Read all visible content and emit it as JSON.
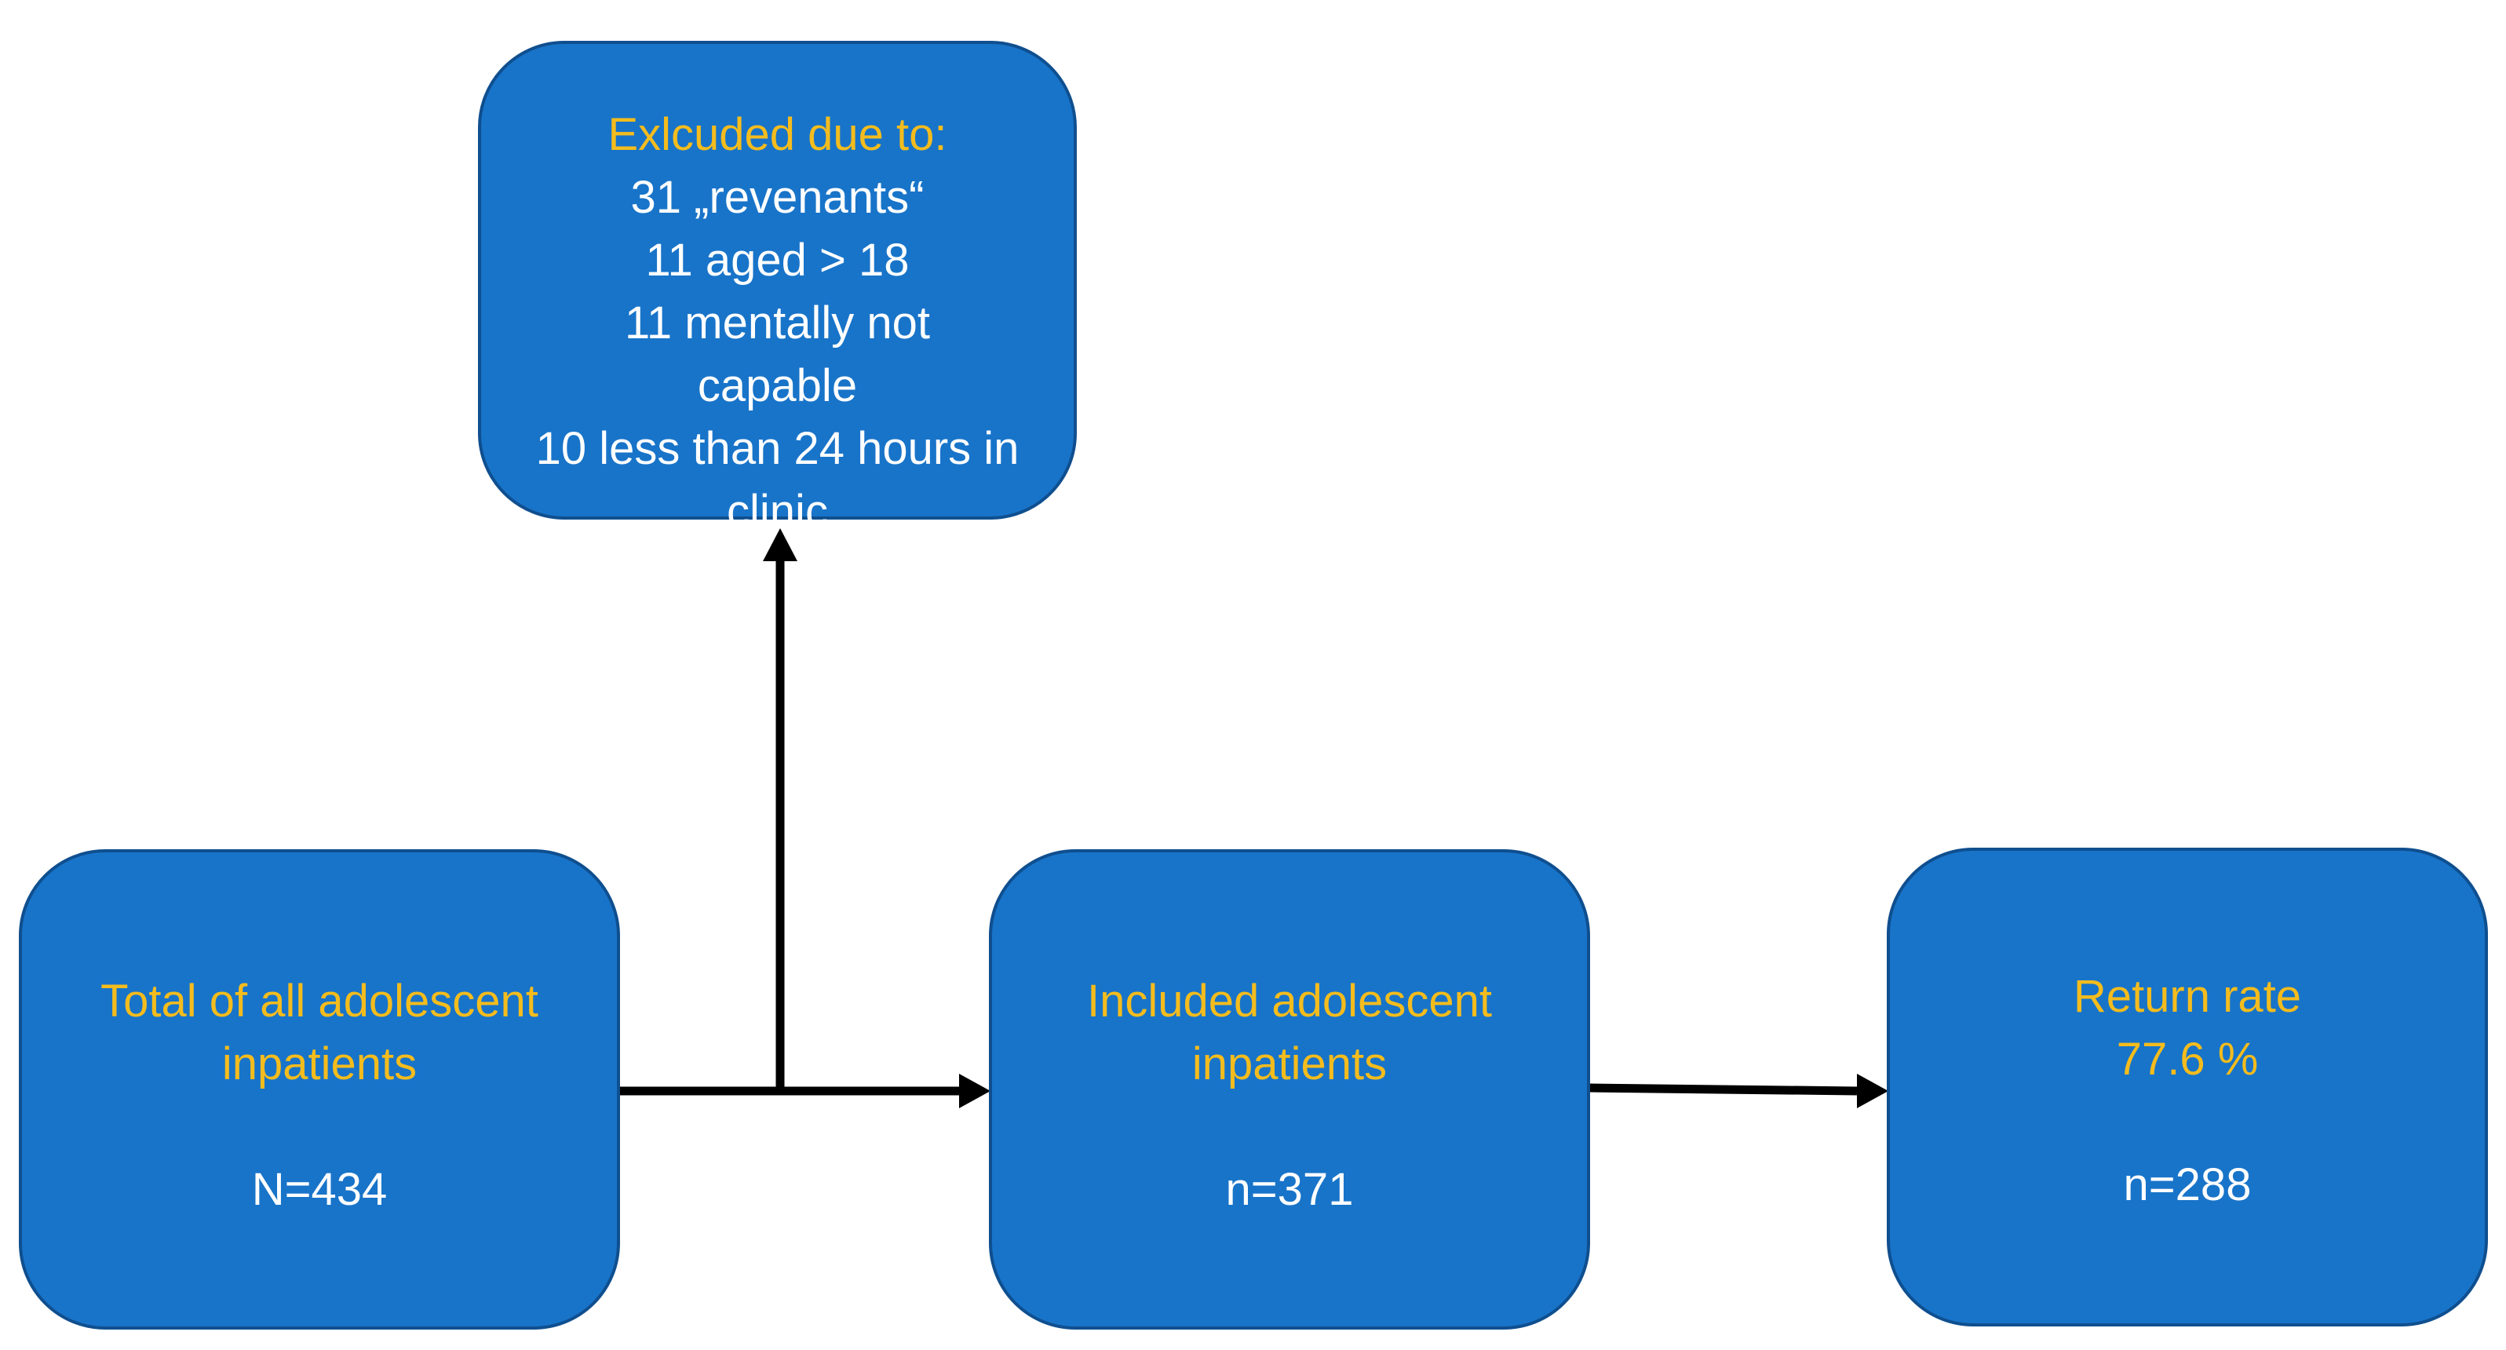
{
  "colors": {
    "box_fill": "#1874c9",
    "box_border": "#0f4f8f",
    "accent_text": "#f4bc1d",
    "body_text": "#ffffff",
    "arrow": "#000000"
  },
  "excluded": {
    "title": "Exlcuded due to:",
    "lines": [
      "31 „revenants“",
      "11 aged  > 18",
      "11 mentally not",
      "capable",
      "10 less than 24 hours in",
      "clinic"
    ]
  },
  "total": {
    "title_lines": [
      "Total of all adolescent",
      "inpatients"
    ],
    "count": "N=434"
  },
  "included": {
    "title_lines": [
      "Included adolescent",
      "inpatients"
    ],
    "count": "n=371"
  },
  "return": {
    "title": "Return rate",
    "rate": "77.6 %",
    "count": "n=288"
  }
}
